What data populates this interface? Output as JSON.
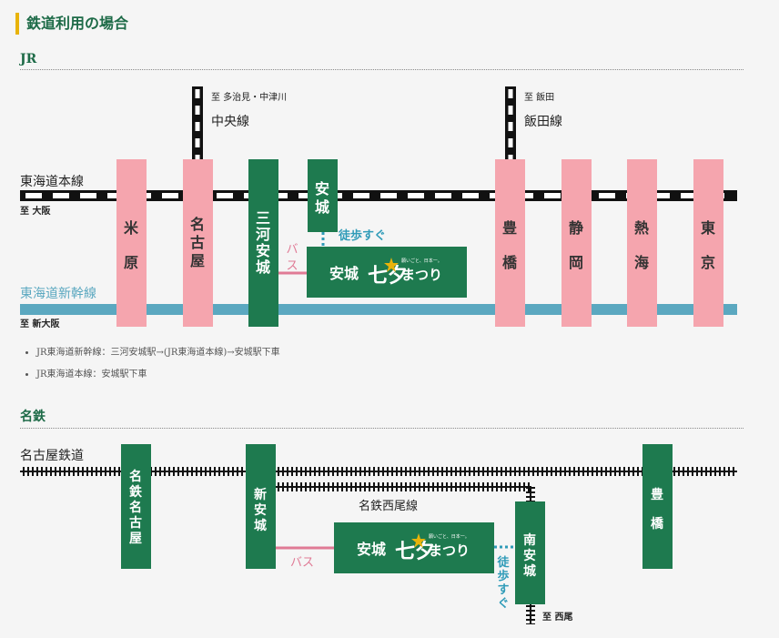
{
  "page_title": "鉄道利用の場合",
  "jr": {
    "heading": "JR",
    "chuo": {
      "to": "至 多治見・中津川",
      "name": "中央線"
    },
    "iida": {
      "to": "至 飯田",
      "name": "飯田線"
    },
    "tokaido": {
      "name": "東海道本線",
      "to": "至 大阪"
    },
    "shinkansen": {
      "name": "東海道新幹線",
      "to": "至 新大阪"
    },
    "stations": {
      "maibara": [
        "米",
        "原"
      ],
      "nagoya": [
        "名",
        "古",
        "屋"
      ],
      "mikawa_anjo": [
        "三",
        "河",
        "安",
        "城"
      ],
      "anjo": [
        "安",
        "城"
      ],
      "toyohashi": [
        "豊",
        "橋"
      ],
      "shizuoka": [
        "静",
        "岡"
      ],
      "atami": [
        "熱",
        "海"
      ],
      "tokyo": [
        "東",
        "京"
      ]
    },
    "bus": [
      "バ",
      "ス"
    ],
    "walk": "徒歩すぐ",
    "festival": {
      "name": "安城",
      "logo_main": "七夕",
      "logo_tag": "願いごと、日本一。",
      "logo_sub": "まつり"
    },
    "notes": [
      "JR東海道新幹線：三河安城駅→(JR東海道本線)→安城駅下車",
      "JR東海道本線：安城駅下車"
    ]
  },
  "meitetsu": {
    "heading": "名鉄",
    "main_line": "名古屋鉄道",
    "nishio_line": "名鉄西尾線",
    "to_nishio": "至 西尾",
    "stations": {
      "meitetsu_nagoya": [
        "名",
        "鉄",
        "名",
        "古",
        "屋"
      ],
      "shin_anjo": [
        "新",
        "安",
        "城"
      ],
      "minami_anjo": [
        "南",
        "安",
        "城"
      ],
      "toyohashi": [
        "豊",
        "橋"
      ]
    },
    "bus": "バス",
    "walk": [
      "徒",
      "歩",
      "す",
      "ぐ"
    ],
    "festival": {
      "name": "安城",
      "logo_main": "七夕",
      "logo_tag": "願いごと、日本一。",
      "logo_sub": "まつり"
    }
  },
  "colors": {
    "green": "#1e7a4f",
    "pink": "#f5a5ae",
    "teal": "#5ba8c0",
    "bus_pink": "#e07a95",
    "walk_teal": "#2f9bb8",
    "gold": "#e8b30a"
  }
}
